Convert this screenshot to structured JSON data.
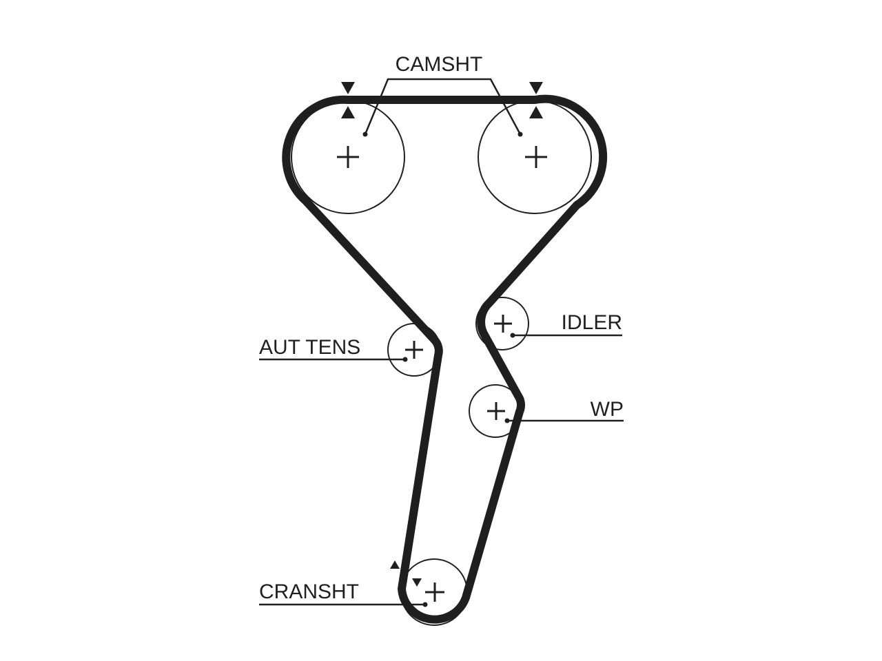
{
  "diagram": {
    "labels": {
      "camshaft": "CAMSHT",
      "idler": "IDLER",
      "auto_tensioner": "AUT TENS",
      "water_pump": "WP",
      "crankshaft": "CRANSHT"
    },
    "colors": {
      "ink": "#1f1f1f",
      "background": "#ffffff"
    }
  }
}
